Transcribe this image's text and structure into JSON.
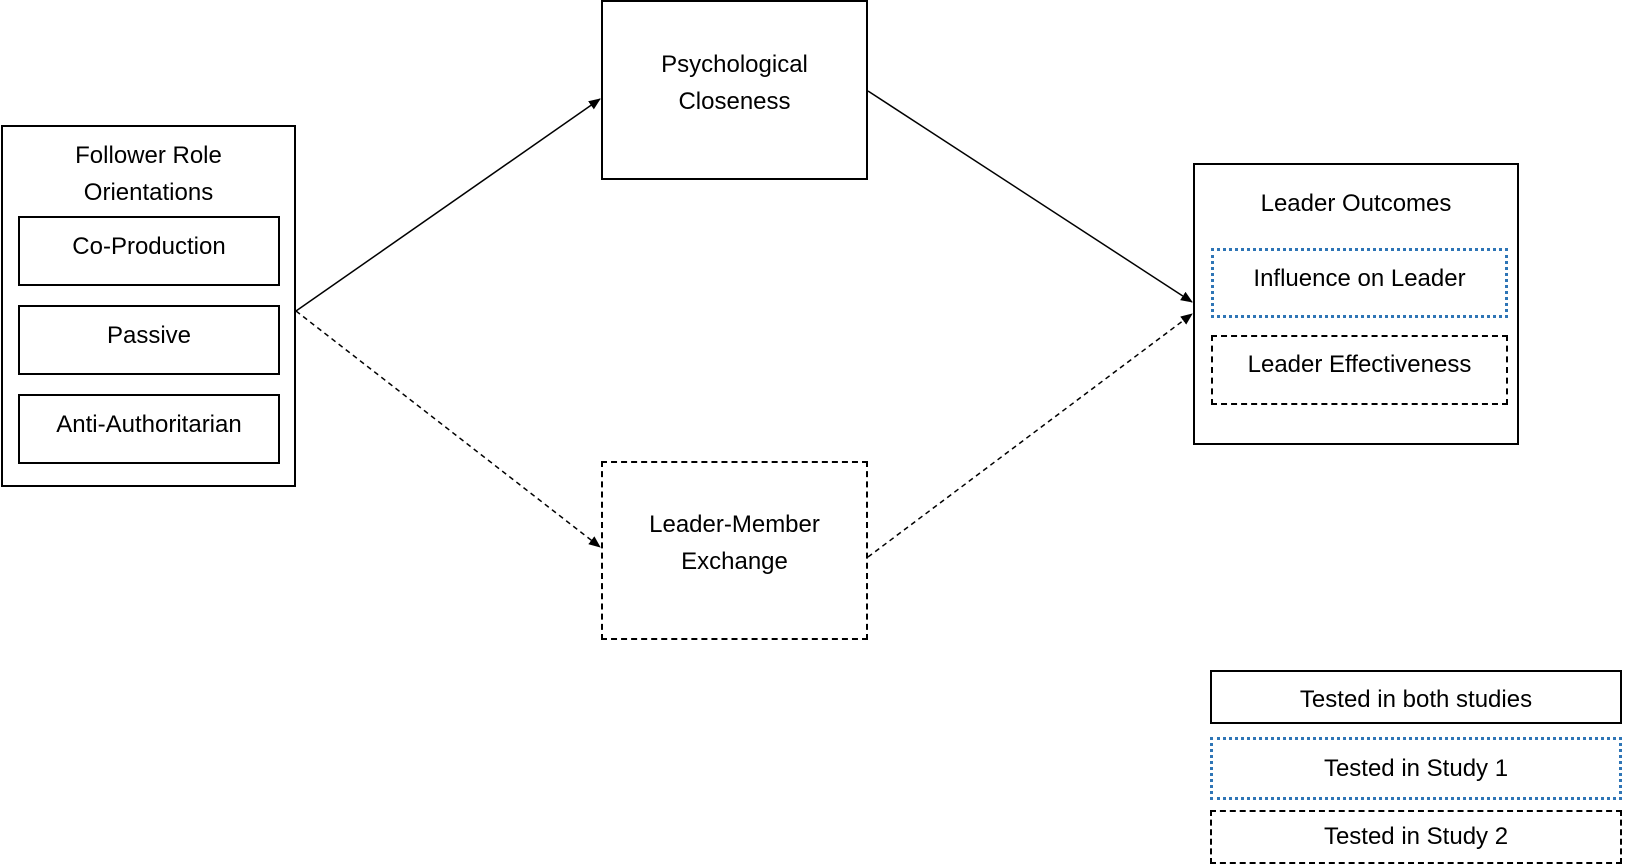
{
  "nodes": {
    "follower": {
      "title": "Follower Role\nOrientations",
      "items": [
        "Co-Production",
        "Passive",
        "Anti-Authoritarian"
      ]
    },
    "psych_closeness": {
      "label": "Psychological\nCloseness"
    },
    "lmx": {
      "label": "Leader-Member\nExchange"
    },
    "outcomes": {
      "title": "Leader Outcomes",
      "influence": "Influence on Leader",
      "effectiveness": "Leader Effectiveness"
    }
  },
  "legend": {
    "both": "Tested in both studies",
    "study1": "Tested in Study 1",
    "study2": "Tested in Study 2"
  },
  "colors": {
    "line": "#000000",
    "study1_border": "#2e75b6"
  }
}
